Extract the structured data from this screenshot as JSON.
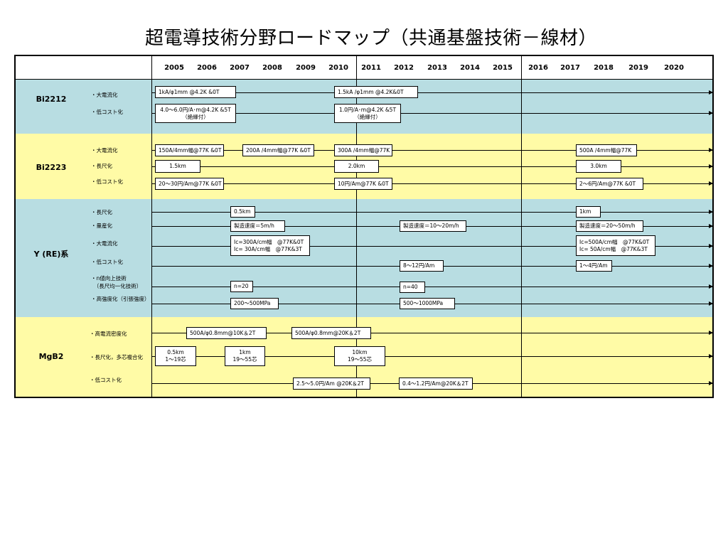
{
  "title": "超電導技術分野ロードマップ（共通基盤技術－線材）",
  "years": [
    "2005",
    "2006",
    "2007",
    "2008",
    "2009",
    "2010",
    "2011",
    "2012",
    "2013",
    "2014",
    "2015",
    "2016",
    "2017",
    "2018",
    "2019",
    "2020"
  ],
  "categories": [
    {
      "name": "Bi2212",
      "items": [
        {
          "label": "・大電流化",
          "milestones": [
            "1kA/φ1mm @4.2K &0T",
            "1.5kA /φ1mm @4.2K&0T"
          ]
        },
        {
          "label": "・低コスト化",
          "milestones": [
            "4.0～6.0円/A･m@4.2K &5T\n（絶縁付）",
            "1.0円/A･m@4.2K &5T\n（絶縁付）"
          ]
        }
      ]
    },
    {
      "name": "Bi2223",
      "items": [
        {
          "label": "・大電流化",
          "milestones": [
            "150A/4mm幅@77K &0T",
            "200A /4mm幅@77K &0T",
            "300A /4mm幅@77K",
            "500A /4mm幅@77K"
          ]
        },
        {
          "label": "・長尺化",
          "milestones": [
            "1.5km",
            "2.0km",
            "3.0km"
          ]
        },
        {
          "label": "・低コスト化",
          "milestones": [
            "20～30円/Am@77K &0T",
            "10円/Am@77K &0T",
            "2～6円/Am@77K &0T"
          ]
        }
      ]
    },
    {
      "name": "Y (RE)系",
      "items": [
        {
          "label": "・長尺化",
          "milestones": [
            "0.5km",
            "1km"
          ]
        },
        {
          "label": "・量産化",
          "milestones": [
            "製造速度＝5m/h",
            "製造速度＝10～20m/h",
            "製造速度＝20～50m/h"
          ]
        },
        {
          "label": "・大電流化",
          "milestones": [
            "Ic=300A/cm幅　@77K&0T\nIc=  30A/cm幅　@77K&3T",
            "Ic=500A/cm幅　@77K&0T\nIc=  50A/cm幅　@77K&3T"
          ]
        },
        {
          "label": "・低コスト化",
          "milestones": [
            "8～12円/Am",
            "1～4円/Am"
          ]
        },
        {
          "label": "・n値向上技術\n　（長尺均一化技術）",
          "milestones": [
            "n=20",
            "n=40"
          ]
        },
        {
          "label": "・高強度化（引張強度）",
          "milestones": [
            "200～500MPa",
            "500～1000MPa"
          ]
        }
      ]
    },
    {
      "name": "MgB2",
      "items": [
        {
          "label": "・高電流密度化",
          "milestones": [
            "500A/φ0.8mm@10K＆2T",
            "500A/φ0.8mm@20K＆2T"
          ]
        },
        {
          "label": "・長尺化，多芯複合化",
          "milestones": [
            "0.5km\n1～19芯",
            "1km\n19～55芯",
            "10km\n19～55芯"
          ]
        },
        {
          "label": "・低コスト化",
          "milestones": [
            "2.5～5.0円/Am @20K＆2T",
            "0.4～1.2円/Am@20K＆2T"
          ]
        }
      ]
    }
  ]
}
